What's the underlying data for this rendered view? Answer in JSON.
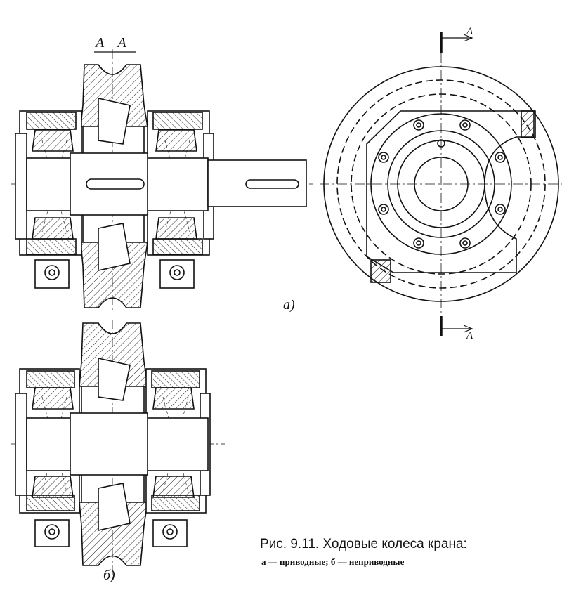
{
  "figure": {
    "section_label": "A – A",
    "cut_label_top": "A",
    "cut_label_bottom": "A",
    "view_a_label": "a)",
    "view_b_label": "б)",
    "caption_title": "Рис. 9.11. Ходовые колеса крана:",
    "caption_sub": "а — приводные; б — неприводные"
  }
}
